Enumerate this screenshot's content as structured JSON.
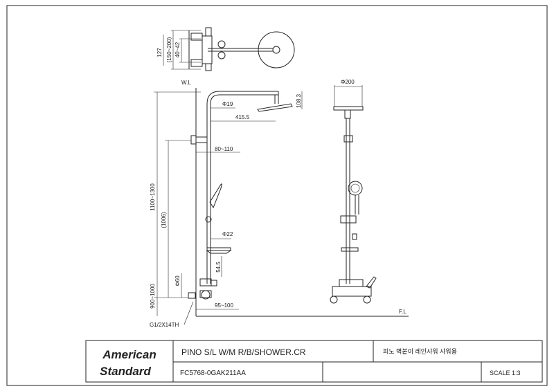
{
  "drawing": {
    "labels": {
      "wl": "W.L",
      "fl": "F.L",
      "phi19": "Φ19",
      "phi22": "Φ22",
      "phi60": "Φ60",
      "phi200": "Φ200",
      "d415": "415.5",
      "d108": "108.3",
      "d80": "80~110",
      "d95": "95~100",
      "d54": "54.5",
      "d1100": "1100~1300",
      "d1006": "(1006)",
      "d900": "900~1000",
      "thread": "G1/2X14TH",
      "d127": "127",
      "d150": "(150~200)",
      "d40": "40~42"
    }
  },
  "title_block": {
    "brand_line1": "American",
    "brand_line2": "Standard",
    "product_name": "PINO S/L W/M R/B/SHOWER.CR",
    "korean_name": "피노 벽붙이 레인샤워 샤워용",
    "model_code": "FC5768-0GAK211AA",
    "scale": "SCALE 1:3"
  }
}
